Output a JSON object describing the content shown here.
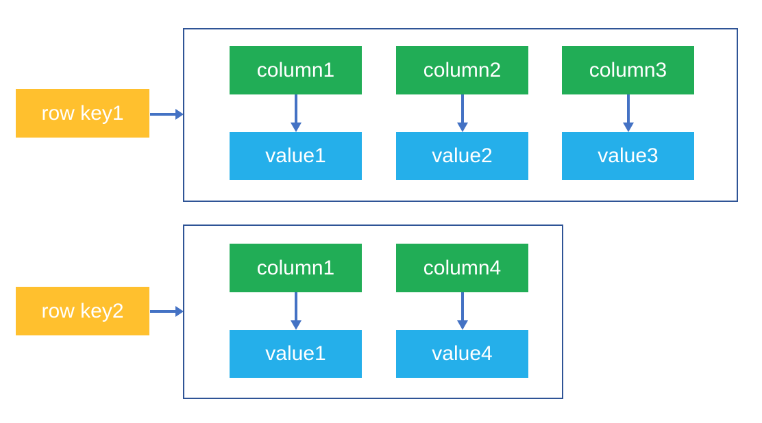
{
  "diagram": {
    "title_hint": "wide-column store: row keys mapping to column/value pairs",
    "rows": [
      {
        "key": "row key1",
        "columns": [
          {
            "name": "column1",
            "value": "value1"
          },
          {
            "name": "column2",
            "value": "value2"
          },
          {
            "name": "column3",
            "value": "value3"
          }
        ]
      },
      {
        "key": "row key2",
        "columns": [
          {
            "name": "column1",
            "value": "value1"
          },
          {
            "name": "column4",
            "value": "value4"
          }
        ]
      }
    ],
    "colors": {
      "row_key_bg": "#FFC02E",
      "column_bg": "#21AD56",
      "value_bg": "#25AFEA",
      "arrow": "#4472C4",
      "container_border": "#2F5496",
      "text": "#FFFFFF"
    }
  }
}
